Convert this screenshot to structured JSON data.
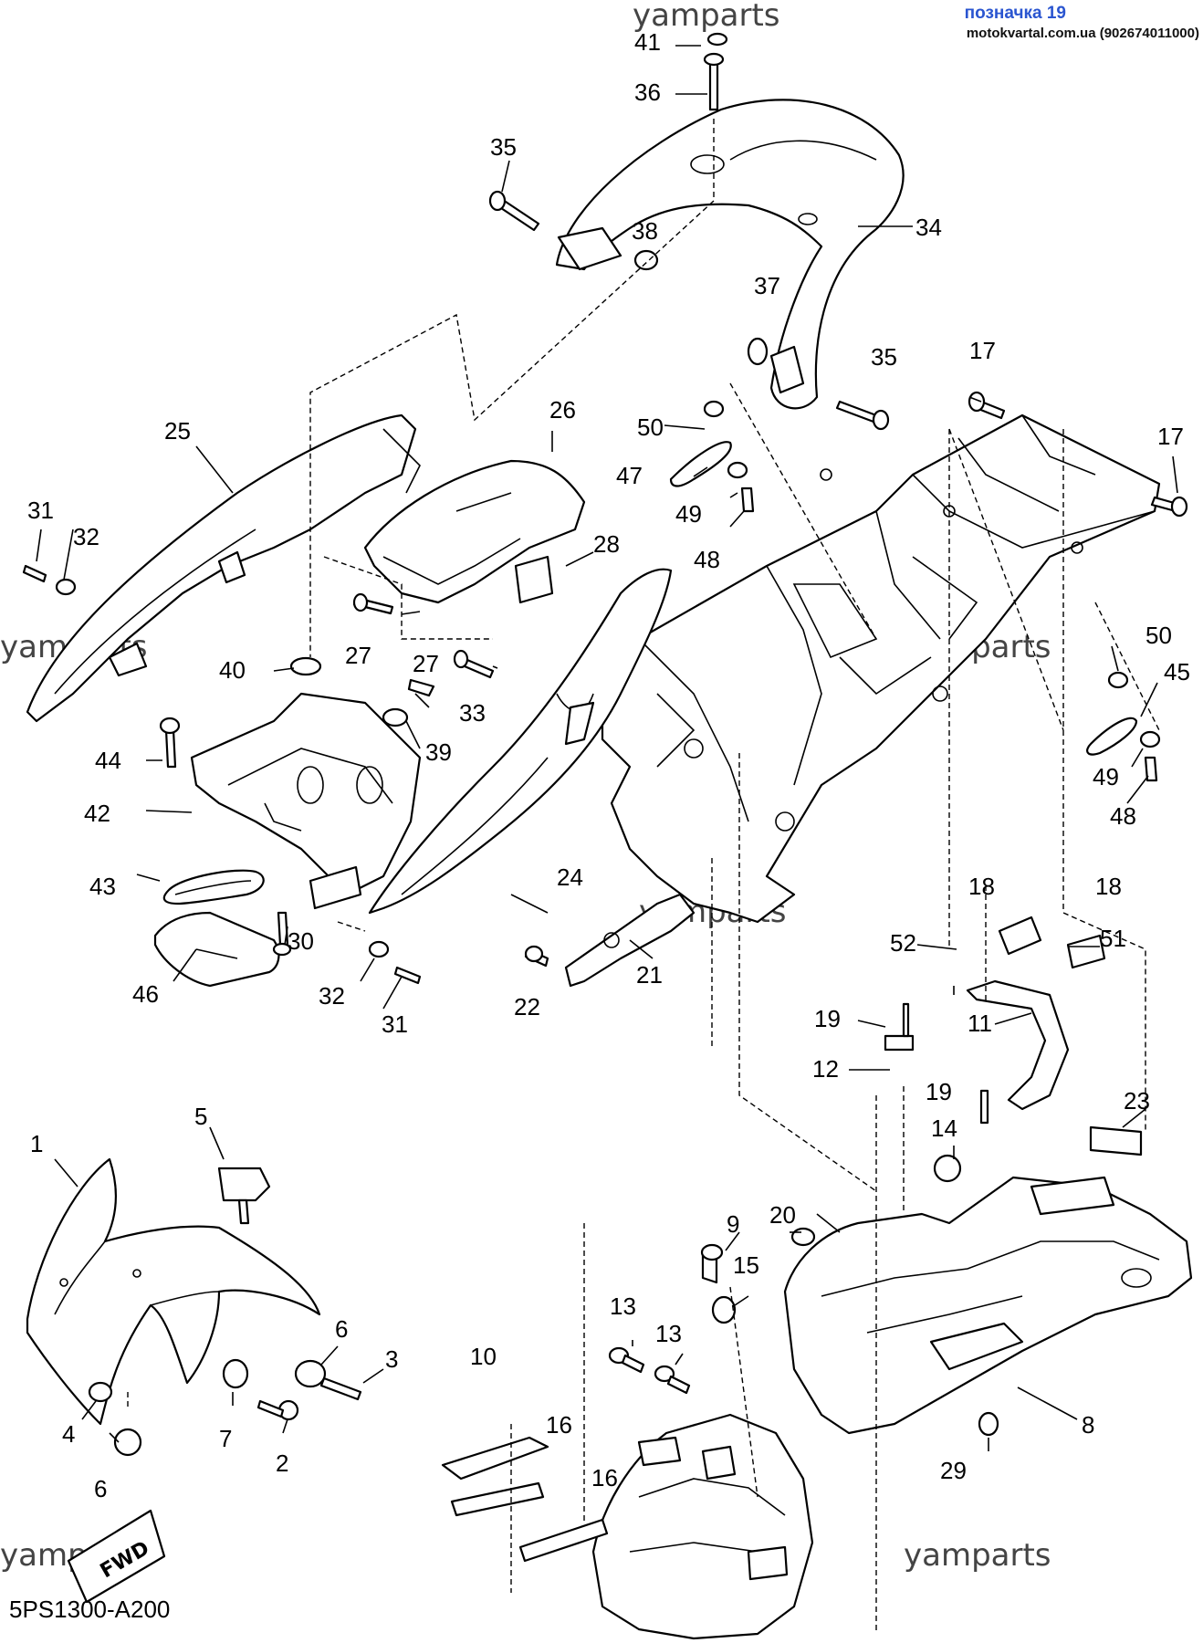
{
  "header": {
    "title": "позначка 19",
    "subtitle": "motokvartal.com.ua (902674011000)"
  },
  "diagram_code": "5PS1300-A200",
  "watermark": "yamparts",
  "fwd_label": "FWD",
  "callouts": {
    "c1": "1",
    "c2": "2",
    "c3": "3",
    "c4": "4",
    "c5": "5",
    "c6a": "6",
    "c6b": "6",
    "c7": "7",
    "c8": "8",
    "c9": "9",
    "c10": "10",
    "c11": "11",
    "c12": "12",
    "c13a": "13",
    "c13b": "13",
    "c14": "14",
    "c15": "15",
    "c16a": "16",
    "c16b": "16",
    "c17a": "17",
    "c17b": "17",
    "c18a": "18",
    "c18b": "18",
    "c19a": "19",
    "c19b": "19",
    "c20": "20",
    "c21": "21",
    "c22": "22",
    "c23": "23",
    "c24": "24",
    "c25": "25",
    "c26": "26",
    "c27a": "27",
    "c27b": "27",
    "c28": "28",
    "c29": "29",
    "c30": "30",
    "c31a": "31",
    "c31b": "31",
    "c32a": "32",
    "c32b": "32",
    "c33": "33",
    "c34": "34",
    "c35a": "35",
    "c35b": "35",
    "c36": "36",
    "c37": "37",
    "c38": "38",
    "c39": "39",
    "c40": "40",
    "c41": "41",
    "c42": "42",
    "c43": "43",
    "c44": "44",
    "c45": "45",
    "c46": "46",
    "c47": "47",
    "c48a": "48",
    "c48b": "48",
    "c49a": "49",
    "c49b": "49",
    "c50a": "50",
    "c50b": "50",
    "c51": "51",
    "c52": "52"
  }
}
